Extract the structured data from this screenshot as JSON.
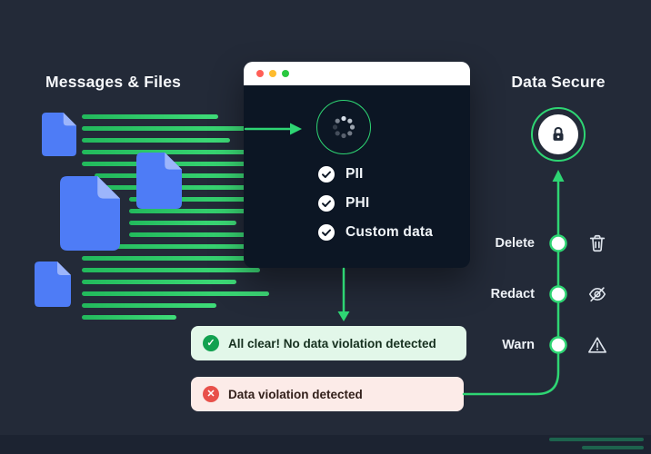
{
  "left_panel": {
    "title": "Messages & Files"
  },
  "scanner_window": {
    "traffic_lights": {
      "close": "#ff5f57",
      "minimize": "#febc2e",
      "maximize": "#2ac840"
    },
    "detections": [
      {
        "label": "PII"
      },
      {
        "label": "PHI"
      },
      {
        "label": "Custom data"
      }
    ]
  },
  "right_panel": {
    "title": "Data Secure",
    "actions": [
      {
        "label": "Delete",
        "icon": "trash-icon"
      },
      {
        "label": "Redact",
        "icon": "eye-off-icon"
      },
      {
        "label": "Warn",
        "icon": "warning-icon"
      }
    ]
  },
  "banners": {
    "all_clear": {
      "text": "All clear! No data violation detected",
      "icon": "check-circle-icon"
    },
    "violation": {
      "text": "Data violation detected",
      "icon": "x-circle-icon"
    }
  },
  "icons": {
    "check": "✓",
    "cross": "✕"
  },
  "colors": {
    "background": "#232a38",
    "accent_green": "#2ed573",
    "file_blue": "#4e7cf6",
    "file_blue_light": "#9cb5fb",
    "window_body": "#0c1624",
    "success_green": "#12a150",
    "error_red": "#e8504a",
    "banner_green_bg": "#e2f7e9",
    "banner_red_bg": "#fcebe8"
  }
}
